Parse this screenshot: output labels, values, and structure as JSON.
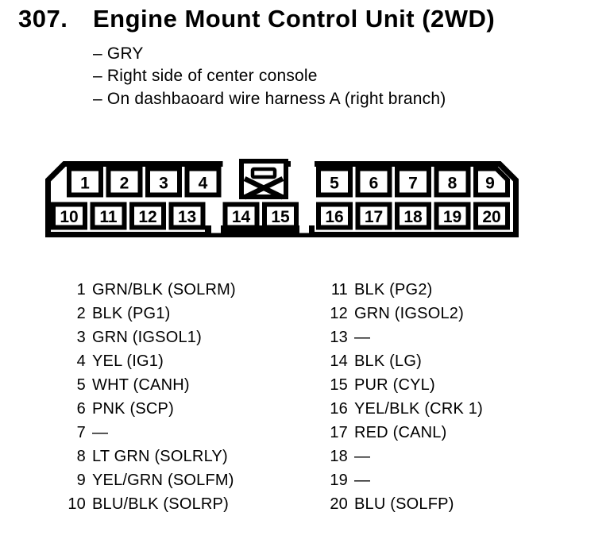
{
  "header": {
    "number": "307.",
    "title": "Engine Mount Control Unit (2WD)",
    "notes": [
      "– GRY",
      "– Right side of center console",
      "– On dashbaoard wire harness A (right branch)"
    ]
  },
  "connector": {
    "top_row_left": [
      "1",
      "2",
      "3",
      "4"
    ],
    "top_row_right": [
      "5",
      "6",
      "7",
      "8",
      "9"
    ],
    "bottom_row": [
      "10",
      "11",
      "12",
      "13",
      "14",
      "15",
      "16",
      "17",
      "18",
      "19",
      "20"
    ]
  },
  "pins": {
    "left": [
      {
        "num": "1",
        "label": "GRN/BLK (SOLRM)"
      },
      {
        "num": "2",
        "label": "BLK (PG1)"
      },
      {
        "num": "3",
        "label": "GRN (IGSOL1)"
      },
      {
        "num": "4",
        "label": "YEL (IG1)"
      },
      {
        "num": "5",
        "label": "WHT (CANH)"
      },
      {
        "num": "6",
        "label": "PNK (SCP)"
      },
      {
        "num": "7",
        "label": "—"
      },
      {
        "num": "8",
        "label": "LT GRN (SOLRLY)"
      },
      {
        "num": "9",
        "label": "YEL/GRN (SOLFM)"
      },
      {
        "num": "10",
        "label": "BLU/BLK (SOLRP)"
      }
    ],
    "right": [
      {
        "num": "11",
        "label": "BLK (PG2)"
      },
      {
        "num": "12",
        "label": "GRN (IGSOL2)"
      },
      {
        "num": "13",
        "label": "—"
      },
      {
        "num": "14",
        "label": "BLK (LG)"
      },
      {
        "num": "15",
        "label": "PUR (CYL)"
      },
      {
        "num": "16",
        "label": "YEL/BLK (CRK 1)"
      },
      {
        "num": "17",
        "label": "RED (CANL)"
      },
      {
        "num": "18",
        "label": "—"
      },
      {
        "num": "19",
        "label": "—"
      },
      {
        "num": "20",
        "label": "BLU (SOLFP)"
      }
    ]
  },
  "colors": {
    "ink": "#000000",
    "paper": "#ffffff"
  }
}
